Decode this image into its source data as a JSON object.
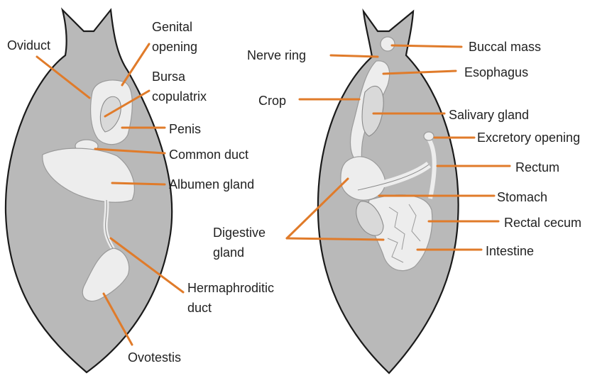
{
  "colors": {
    "body_fill": "#b9b9b9",
    "body_stroke": "#1a1a1a",
    "organ_fill": "#ededed",
    "leader_line": "#e07b2a",
    "text": "#222222"
  },
  "reproductive_labels": {
    "oviduct": "Oviduct",
    "genital_opening_1": "Genital",
    "genital_opening_2": "opening",
    "bursa_copulatrix_1": "Bursa",
    "bursa_copulatrix_2": "copulatrix",
    "penis": "Penis",
    "common_duct": "Common duct",
    "albumen_gland": "Albumen gland",
    "hermaphroditic_duct_1": "Hermaphroditic",
    "hermaphroditic_duct_2": "duct",
    "ovotestis": "Ovotestis"
  },
  "digestive_labels": {
    "nerve_ring": "Nerve ring",
    "crop": "Crop",
    "buccal_mass": "Buccal mass",
    "esophagus": "Esophagus",
    "salivary_gland": "Salivary gland",
    "excretory_opening": "Excretory opening",
    "rectum": "Rectum",
    "stomach": "Stomach",
    "rectal_cecum": "Rectal cecum",
    "intestine": "Intestine",
    "digestive_gland_1": "Digestive",
    "digestive_gland_2": "gland"
  }
}
